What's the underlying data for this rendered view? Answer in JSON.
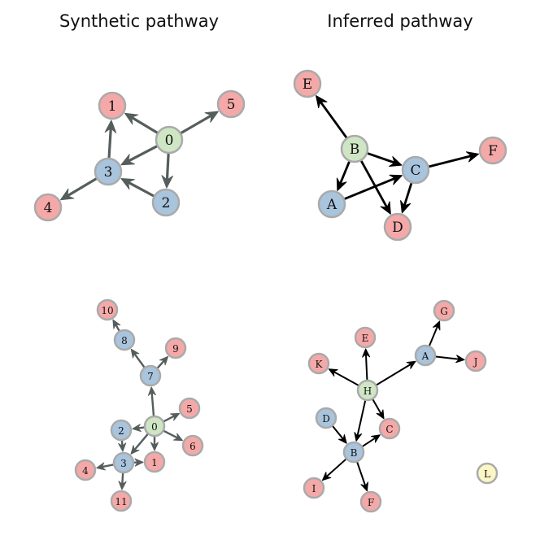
{
  "titles": {
    "left": "Synthetic pathway",
    "right": "Inferred pathway"
  },
  "colors": {
    "root": "#cfe6c4",
    "intermediate": "#a9c4dd",
    "leaf": "#f4a9a8",
    "isolated": "#fbf6c4",
    "node_stroke": "#aaaaaa",
    "synthetic_edge": "#555d5d",
    "inferred_edge": "#000000"
  },
  "graphs": [
    {
      "id": "top-left",
      "edge_style": "synthetic",
      "nodes": [
        {
          "id": "0",
          "label": "0",
          "type": "root"
        },
        {
          "id": "1",
          "label": "1",
          "type": "leaf"
        },
        {
          "id": "2",
          "label": "2",
          "type": "intermediate"
        },
        {
          "id": "3",
          "label": "3",
          "type": "intermediate"
        },
        {
          "id": "4",
          "label": "4",
          "type": "leaf"
        },
        {
          "id": "5",
          "label": "5",
          "type": "leaf"
        }
      ],
      "edges": [
        [
          "0",
          "1"
        ],
        [
          "0",
          "5"
        ],
        [
          "0",
          "3"
        ],
        [
          "0",
          "2"
        ],
        [
          "3",
          "1"
        ],
        [
          "3",
          "4"
        ],
        [
          "2",
          "3"
        ]
      ]
    },
    {
      "id": "top-right",
      "edge_style": "inferred",
      "nodes": [
        {
          "id": "B",
          "label": "B",
          "type": "root"
        },
        {
          "id": "C",
          "label": "C",
          "type": "intermediate"
        },
        {
          "id": "A",
          "label": "A",
          "type": "intermediate"
        },
        {
          "id": "E",
          "label": "E",
          "type": "leaf"
        },
        {
          "id": "F",
          "label": "F",
          "type": "leaf"
        },
        {
          "id": "D",
          "label": "D",
          "type": "leaf"
        }
      ],
      "edges": [
        [
          "B",
          "E"
        ],
        [
          "B",
          "C"
        ],
        [
          "B",
          "A"
        ],
        [
          "B",
          "D"
        ],
        [
          "A",
          "C"
        ],
        [
          "C",
          "F"
        ],
        [
          "C",
          "D"
        ]
      ]
    },
    {
      "id": "bottom-left",
      "edge_style": "synthetic",
      "nodes": [
        {
          "id": "0",
          "label": "0",
          "type": "root"
        },
        {
          "id": "1",
          "label": "1",
          "type": "leaf"
        },
        {
          "id": "2",
          "label": "2",
          "type": "intermediate"
        },
        {
          "id": "3",
          "label": "3",
          "type": "intermediate"
        },
        {
          "id": "4",
          "label": "4",
          "type": "leaf"
        },
        {
          "id": "5",
          "label": "5",
          "type": "leaf"
        },
        {
          "id": "6",
          "label": "6",
          "type": "leaf"
        },
        {
          "id": "7",
          "label": "7",
          "type": "intermediate"
        },
        {
          "id": "8",
          "label": "8",
          "type": "intermediate"
        },
        {
          "id": "9",
          "label": "9",
          "type": "leaf"
        },
        {
          "id": "10",
          "label": "10",
          "type": "leaf"
        },
        {
          "id": "11",
          "label": "11",
          "type": "leaf"
        }
      ],
      "edges": [
        [
          "0",
          "7"
        ],
        [
          "7",
          "8"
        ],
        [
          "8",
          "10"
        ],
        [
          "7",
          "9"
        ],
        [
          "0",
          "5"
        ],
        [
          "0",
          "6"
        ],
        [
          "0",
          "2"
        ],
        [
          "0",
          "3"
        ],
        [
          "0",
          "1"
        ],
        [
          "2",
          "3"
        ],
        [
          "3",
          "1"
        ],
        [
          "3",
          "4"
        ],
        [
          "3",
          "11"
        ]
      ]
    },
    {
      "id": "bottom-right",
      "edge_style": "inferred",
      "nodes": [
        {
          "id": "H",
          "label": "H",
          "type": "root"
        },
        {
          "id": "A",
          "label": "A",
          "type": "intermediate"
        },
        {
          "id": "B",
          "label": "B",
          "type": "intermediate"
        },
        {
          "id": "D",
          "label": "D",
          "type": "intermediate"
        },
        {
          "id": "G",
          "label": "G",
          "type": "leaf"
        },
        {
          "id": "J",
          "label": "J",
          "type": "leaf"
        },
        {
          "id": "E",
          "label": "E",
          "type": "leaf"
        },
        {
          "id": "K",
          "label": "K",
          "type": "leaf"
        },
        {
          "id": "C",
          "label": "C",
          "type": "leaf"
        },
        {
          "id": "I",
          "label": "I",
          "type": "leaf"
        },
        {
          "id": "F",
          "label": "F",
          "type": "leaf"
        },
        {
          "id": "L",
          "label": "L",
          "type": "isolated"
        }
      ],
      "edges": [
        [
          "H",
          "A"
        ],
        [
          "A",
          "G"
        ],
        [
          "A",
          "J"
        ],
        [
          "H",
          "E"
        ],
        [
          "H",
          "K"
        ],
        [
          "H",
          "C"
        ],
        [
          "H",
          "B"
        ],
        [
          "D",
          "B"
        ],
        [
          "B",
          "C"
        ],
        [
          "B",
          "I"
        ],
        [
          "B",
          "F"
        ]
      ]
    }
  ]
}
